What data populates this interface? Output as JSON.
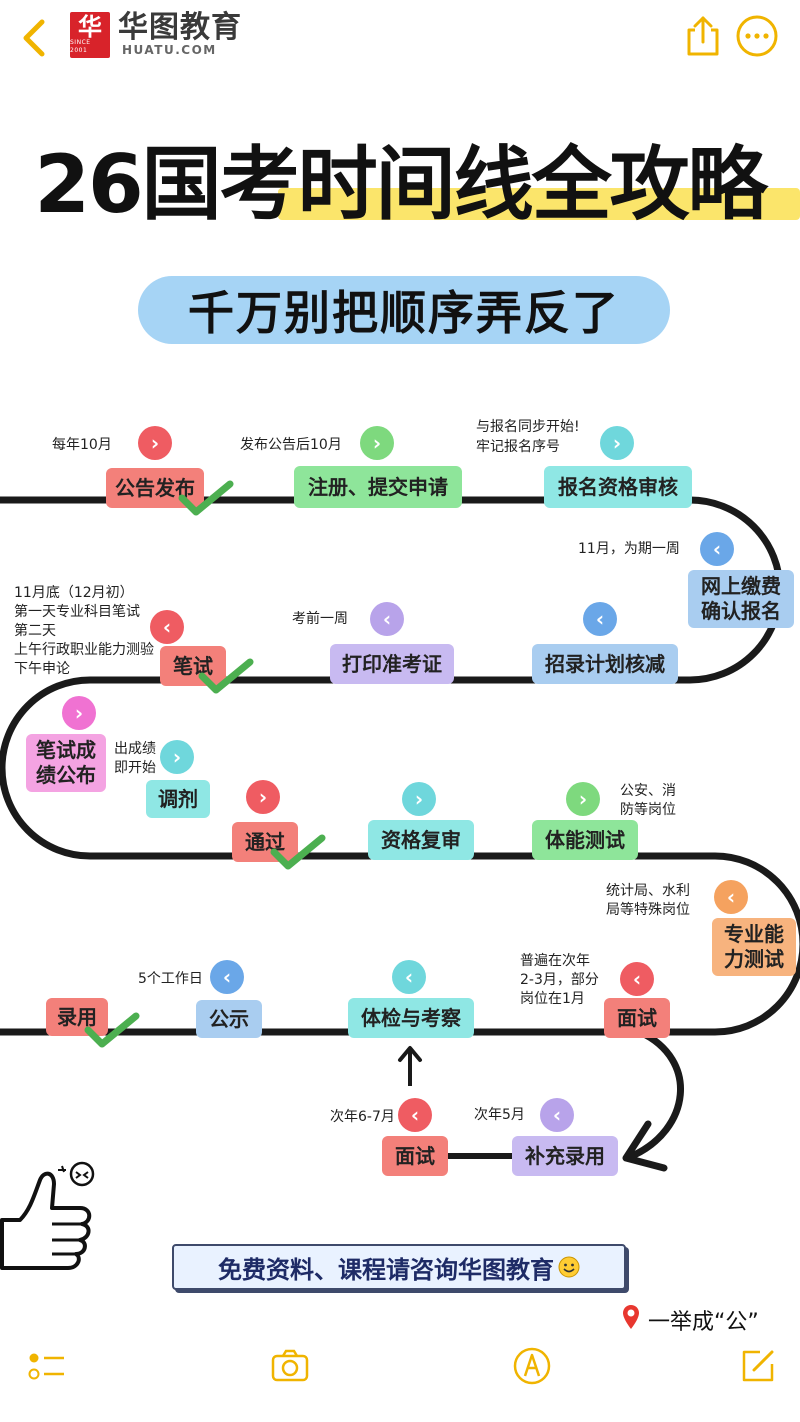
{
  "header": {
    "logo_glyph": "华",
    "logo_since": "SINCE 2001",
    "brand": "华图教育",
    "brand_sub": "HUATU.COM",
    "icons": [
      "back-chevron-icon",
      "share-icon",
      "more-icon"
    ]
  },
  "title": "26国考时间线全攻略",
  "subtitle": "千万别把顺序弄反了",
  "steps": {
    "announce": "公告发布",
    "register": "注册、提交申请",
    "review": "报名资格审核",
    "pay_line1": "网上缴费",
    "pay_line2": "确认报名",
    "reduce": "招录计划核减",
    "print": "打印准考证",
    "written": "笔试",
    "result_line1": "笔试成",
    "result_line2": "绩公布",
    "adjust": "调剂",
    "pass": "通过",
    "requalify": "资格复审",
    "fitness": "体能测试",
    "pro_line1": "专业能",
    "pro_line2": "力测试",
    "interview": "面试",
    "check": "体检与考察",
    "publicity": "公示",
    "hire": "录用",
    "interview2": "面试",
    "supplement": "补充录用"
  },
  "notes": {
    "announce": "每年10月",
    "register": "发布公告后10月",
    "review_1": "与报名同步开始!",
    "review_2": "牢记报名序号",
    "pay": "11月，为期一周",
    "print": "考前一周",
    "written_1": "11月底（12月初）",
    "written_2": "第一天专业科目笔试",
    "written_3": "第二天",
    "written_4": "上午行政职业能力测验",
    "written_5": "下午申论",
    "adjust_1": "出成绩",
    "adjust_2": "即开始",
    "fitness_1": "公安、消",
    "fitness_2": "防等岗位",
    "pro_1": "统计局、水利",
    "pro_2": "局等特殊岗位",
    "interview_1": "普遍在次年",
    "interview_2": "2-3月，部分",
    "interview_3": "岗位在1月",
    "publicity": "5个工作日",
    "interview2": "次年6-7月",
    "supplement": "次年5月"
  },
  "colors": {
    "red": "#f3807a",
    "green": "#8ee59a",
    "teal": "#8fe7e4",
    "blue": "#a9cdf0",
    "purple": "#c8baf1",
    "pink": "#f4a3e2",
    "orange": "#f7b37e",
    "highlight": "#fbe56b",
    "pill": "#a6d4f5"
  },
  "footer": {
    "banner": "免费资料、课程请咨询华图教育",
    "location": "一举成“公”"
  },
  "bottom_bar": [
    "list-icon",
    "camera-icon",
    "pen-icon",
    "edit-icon"
  ]
}
